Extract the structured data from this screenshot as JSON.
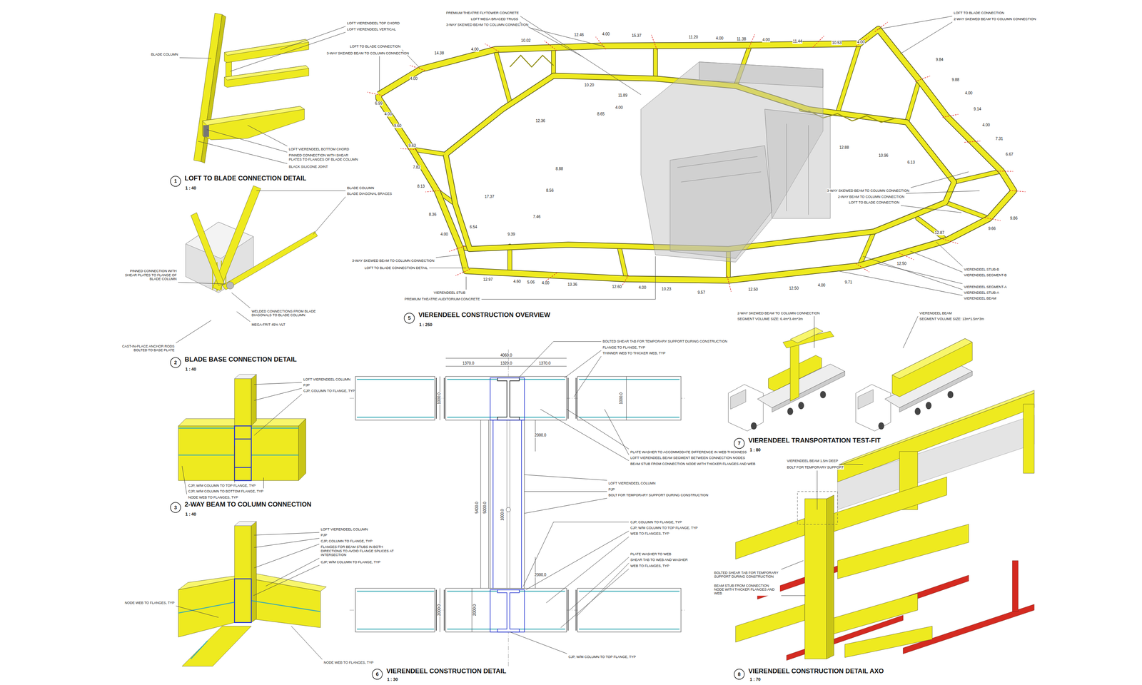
{
  "diagram": {
    "labels": [
      "LOFT VIERENDEEL TOP CHORD",
      "LOFT VIERENDEEL VERTICAL",
      "BLADE COLUMN",
      "LOFT VIERENDEEL BOTTOM CHORD",
      "PINNED CONNECTION WITH SHEAR PLATES TO FLANGES OF BLADE COLUMN",
      "BLACK SILICONE JOINT",
      "1",
      "LOFT TO BLADE CONNECTION DETAIL",
      "1 : 40",
      "BLADE COLUMN",
      "BLADE DIAGONAL BRACES",
      "PINNED CONNECTION WITH SHEAR PLATES TO FLANGE OF BLADE COLUMN",
      "WELDED CONNECTIONS FROM BLADE DIAGONALS TO BLADE COLUMN",
      "MEGA-FRIT 45% VLT",
      "CAST-IN-PLACE ANCHOR RODS BOLTED TO BASE PLATE",
      "2",
      "BLADE BASE CONNECTION DETAIL",
      "1 : 40",
      "LOFT VIERENDEEL COLUMN",
      "PJP",
      "CJP, COLUMN TO FLANGE, TYP",
      "CJP, W/M COLUMN TO TOP FLANGE, TYP",
      "CJP, W/M COLUMN TO BOTTOM FLANGE, TYP",
      "NODE WEB TO FLANGES, TYP",
      "3",
      "2-WAY BEAM TO COLUMN CONNECTION",
      "1 : 40",
      "LOFT VIERENDEEL COLUMN",
      "PJP",
      "CJP, COLUMN TO FLANGE, TYP",
      "FLANGES FOR BEAM STUBS IN BOTH DIRECTIONS TO AVOID FLANGE SPLICES AT INTERSECTION",
      "CJP, W/M COLUMN TO FLANGE, TYP",
      "NODE WEB TO FLANGES, TYP",
      "NODE WEB TO FLANGES, TYP",
      "PREMIUM THEATRE FLYTOWER CONCRETE",
      "LOFT MEGA BRACED TRUSS",
      "3-WAY SKEWED BEAM TO COLUMN CONNECTION",
      "3-WAY SKEWED BEAM TO COLUMN CONNECTION",
      "LOFT TO BLADE CONNECTION",
      "LOFT TO BLADE CONNECTION",
      "2-WAY SKEWED BEAM TO COLUMN CONNECTION",
      "3-WAY SKEWED BEAM TO COLUMN CONNECTION",
      "2-WAY BEAM TO COLUMN CONNECTION",
      "LOFT TO BLADE CONNECTION",
      "VIERENDEEL STUB-B",
      "VIERENDEEL SEGMENT-B",
      "VIERENDEEL SEGMENT-A",
      "VIERENDEEL STUB-A",
      "VIERENDEEL BEAM",
      "3-WAY SKEWED BEAM TO COLUMN CONNECTION",
      "LOFT TO BLADE CONNECTION DETAIL",
      "VIERENDEEL STUB",
      "PREMIUM THEATRE AUDITORIUM CONCRETE",
      "5",
      "VIERENDEEL CONSTRUCTION OVERVIEW",
      "1 : 250",
      "14.38",
      "4.00",
      "10.02",
      "12.46",
      "4.00",
      "15.37",
      "11.20",
      "4.00",
      "11.38",
      "4.00",
      "11.44",
      "10.53",
      "4.00",
      "9.84",
      "9.88",
      "4.00",
      "9.14",
      "4.00",
      "7.31",
      "6.67",
      "9.86",
      "9.66",
      "12.87",
      "12.50",
      "9.71",
      "4.00",
      "12.50",
      "12.50",
      "9.57",
      "10.23",
      "4.00",
      "12.60",
      "13.36",
      "4.00",
      "5.06",
      "4.60",
      "12.97",
      "4.00",
      "6.99",
      "4.00",
      "9.60",
      "9.63",
      "7.82",
      "8.13",
      "8.36",
      "4.00",
      "10.20",
      "11.89",
      "12.36",
      "8.65",
      "4.00",
      "8.88",
      "17.37",
      "8.56",
      "7.46",
      "9.39",
      "6.54",
      "12.88",
      "10.96",
      "6.13",
      "4060.0",
      "1370.0",
      "1320.0",
      "1370.0",
      "1000.0",
      "1000.0",
      "2000.0",
      "5400.0",
      "5000.0",
      "1000.0",
      "2000.0",
      "2000.0",
      "2000.0",
      "BOLTED SHEAR TAB FOR TEMPORARY SUPPORT DURING CONSTRUCTION",
      "FLANGE TO FLANGE, TYP",
      "THINNER WEB TO THICKER WEB, TYP",
      "PLATE WASHER TO ACCOMMODATE DIFFERENCE IN WEB THICKNESS",
      "LOFT VIERENDEEL BEAM SEGMENT BETWEEN CONNECTION NODES",
      "BEAM STUB FROM CONNECTION NODE WITH THICKER FLANGES AND WEB",
      "LOFT VIERENDEEL COLUMN",
      "PJP",
      "BOLT FOR TEMPORARY SUPPORT DURING CONSTRUCTION",
      "CJP, COLUMN TO FLANGE, TYP",
      "CJP, W/M COLUMN TO TOP FLANGE, TYP",
      "WEB TO FLANGES, TYP",
      "PLATE WASHER TO WEB",
      "SHEAR TAB TO WEB AND WASHER",
      "WEB TO FLANGES, TYP",
      "CJP, W/M COLUMN TO TOP FLANGE, TYP",
      "6",
      "VIERENDEEL CONSTRUCTION DETAIL",
      "1 : 30",
      "2-WAY SKEWED BEAM TO COLUMN CONNECTION",
      "SEGMENT VOLUME SIZE: 6.4m*3.4m*3m",
      "VIERENDEEL BEAM",
      "SEGMENT VOLUME SIZE: 13m*1.5m*3m",
      "7",
      "VIERENDEEL TRANSPORTATION TEST-FIT",
      "1 : 80",
      "VIERENDEEL BEAM 1.5m DEEP",
      "BOLT FOR TEMPORARY SUPPORT",
      "BOLTED SHEAR TAB FOR TEMPORARY SUPPORT DURING CONSTRUCTION",
      "BEAM STUB FROM CONNECTION NODE WITH THICKER FLANGES AND WEB",
      "8",
      "VIERENDEEL CONSTRUCTION DETAIL AXO",
      "1 : 70"
    ]
  }
}
